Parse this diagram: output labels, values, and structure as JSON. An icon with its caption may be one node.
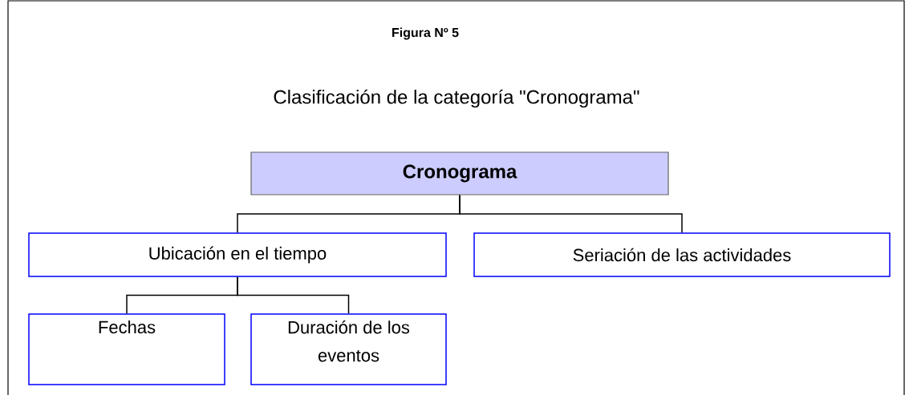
{
  "diagram": {
    "title": "Clasificación de la categoría \"Cronograma\"",
    "nodes": [
      {
        "text": [
          "Cronograma"
        ]
      },
      {
        "text": [
          "Ubicación en el tiempo"
        ]
      },
      {
        "text": [
          "Seriación de las actividades"
        ]
      },
      {
        "text": [
          "Fechas"
        ]
      },
      {
        "text": [
          "Duración de los eventos"
        ]
      }
    ],
    "edges": [
      {
        "from": 0,
        "to": 1,
        "arrow": "none"
      },
      {
        "from": 0,
        "to": 2,
        "arrow": "none"
      },
      {
        "from": 1,
        "to": 3,
        "arrow": "none"
      },
      {
        "from": 1,
        "to": 4,
        "arrow": "none"
      }
    ],
    "labels": [
      "Figura Nº 5"
    ]
  }
}
